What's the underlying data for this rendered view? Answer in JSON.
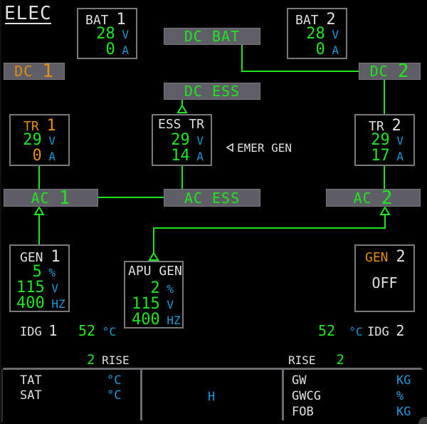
{
  "page": {
    "title": "ELEC"
  },
  "colors": {
    "normal": "#1ee61e",
    "caution": "#e38c12",
    "units": "#1b9ad6",
    "label": "#e0e0e0",
    "bus": "#5f5e66"
  },
  "buses": {
    "dc_bat": "DC BAT",
    "dc1": {
      "prefix": "DC",
      "num": "1"
    },
    "dc2": {
      "prefix": "DC",
      "num": "2"
    },
    "dc_ess": "DC ESS",
    "ac1": {
      "prefix": "AC",
      "num": "1"
    },
    "ac2": {
      "prefix": "AC",
      "num": "2"
    },
    "ac_ess": "AC ESS"
  },
  "bat1": {
    "label": "BAT",
    "num": "1",
    "volts": "28",
    "volts_unit": "V",
    "amps": "0",
    "amps_unit": "A"
  },
  "bat2": {
    "label": "BAT",
    "num": "2",
    "volts": "28",
    "volts_unit": "V",
    "amps": "0",
    "amps_unit": "A"
  },
  "tr1": {
    "label": "TR",
    "num": "1",
    "volts": "29",
    "volts_unit": "V",
    "amps": "0",
    "amps_unit": "A"
  },
  "ess_tr": {
    "label": "ESS TR",
    "volts": "29",
    "volts_unit": "V",
    "amps": "14",
    "amps_unit": "A"
  },
  "tr2": {
    "label": "TR",
    "num": "2",
    "volts": "29",
    "volts_unit": "V",
    "amps": "17",
    "amps_unit": "A"
  },
  "emer_gen": {
    "icon": "left-triangle-icon",
    "label": "EMER GEN"
  },
  "gen1": {
    "label": "GEN",
    "num": "1",
    "load": "5",
    "load_unit": "%",
    "volts": "115",
    "volts_unit": "V",
    "freq": "400",
    "freq_unit": "HZ"
  },
  "apu_gen": {
    "label": "APU GEN",
    "load": "2",
    "load_unit": "%",
    "volts": "115",
    "volts_unit": "V",
    "freq": "400",
    "freq_unit": "HZ"
  },
  "gen2": {
    "label": "GEN",
    "num": "2",
    "status": "OFF"
  },
  "idg1": {
    "label": "IDG",
    "num": "1",
    "temp": "52",
    "temp_unit": "°C",
    "rise_value": "2",
    "rise_label": "RISE"
  },
  "idg2": {
    "label": "IDG",
    "num": "2",
    "temp": "52",
    "temp_unit": "°C",
    "rise_value": "2",
    "rise_label": "RISE"
  },
  "footer": {
    "left": [
      {
        "label": "TAT",
        "unit": "°C"
      },
      {
        "label": "SAT",
        "unit": "°C"
      }
    ],
    "center": {
      "unit": "H"
    },
    "right": [
      {
        "label": "GW",
        "unit": "KG"
      },
      {
        "label": "GWCG",
        "unit": "%"
      },
      {
        "label": "FOB",
        "unit": "KG"
      }
    ]
  }
}
